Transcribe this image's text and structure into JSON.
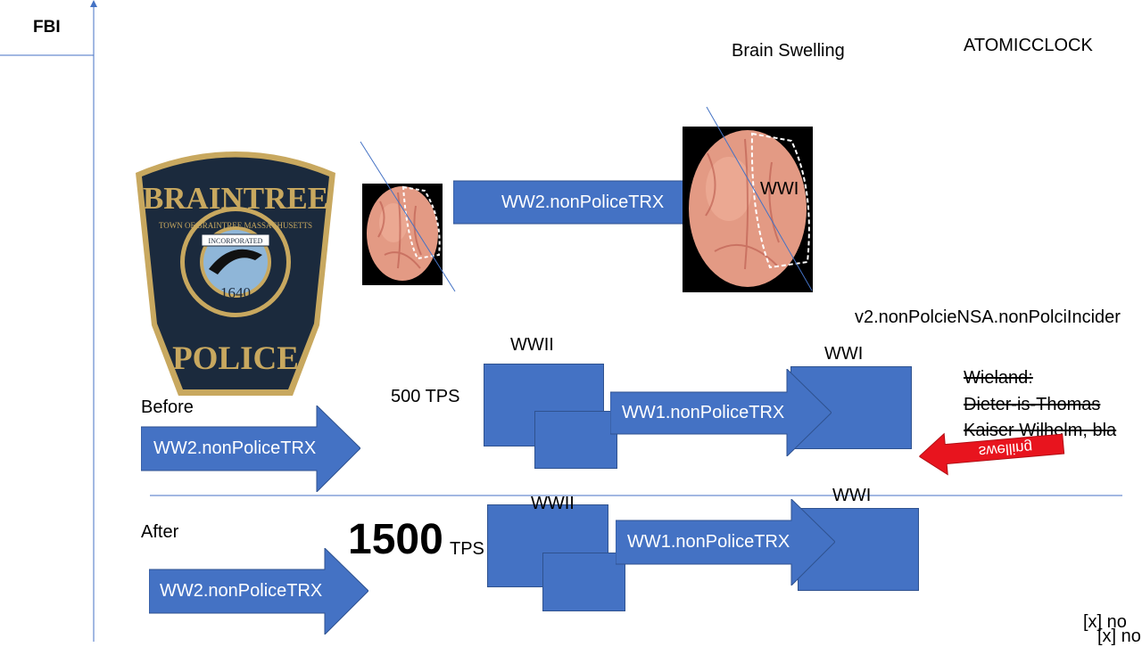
{
  "header": {
    "corner_label": "FBI"
  },
  "titles": {
    "brain_swelling": "Brain Swelling",
    "atomic_clock": "ATOMICCLOCK"
  },
  "badge": {
    "top_text": "BRAINTREE",
    "ring_text": "TOWN OF BRAINTREE MASSACHUSETTS",
    "ribbon": "INCORPORATED",
    "year": "1640",
    "bottom_text": "POLICE",
    "colors": {
      "navy": "#1b2a3d",
      "gold": "#c8a85f",
      "light_blue": "#8fb6d8"
    }
  },
  "top_row": {
    "arrow_label": "WW2.nonPoliceTRX",
    "big_brain_label": "WWI"
  },
  "v2_text": "v2.nonPolcieNSA.nonPolciIncider",
  "before": {
    "label": "Before",
    "arrow_label": "WW2.nonPoliceTRX",
    "tps": "500 TPS",
    "wwii": "WWII",
    "ww1_arrow_label": "WW1.nonPoliceTRX",
    "wwi": "WWI"
  },
  "strike_list": [
    "Wieland:",
    "Dieter-is-Thomas",
    "Kaiser Wilhelm, bla"
  ],
  "swelling_arrow": {
    "label": "swelling",
    "color": "#e8141e"
  },
  "after": {
    "label": "After",
    "tps_number": "1500",
    "tps_unit": "TPS",
    "arrow_label": "WW2.nonPoliceTRX",
    "wwii": "WWII",
    "ww1_arrow_label": "WW1.nonPoliceTRX",
    "wwi": "WWI"
  },
  "footer": {
    "line1": "[x] no",
    "line2": "[x] no"
  },
  "colors": {
    "shape_blue": "#4472c4",
    "shape_border": "#2f528f",
    "line": "#4472c4"
  }
}
